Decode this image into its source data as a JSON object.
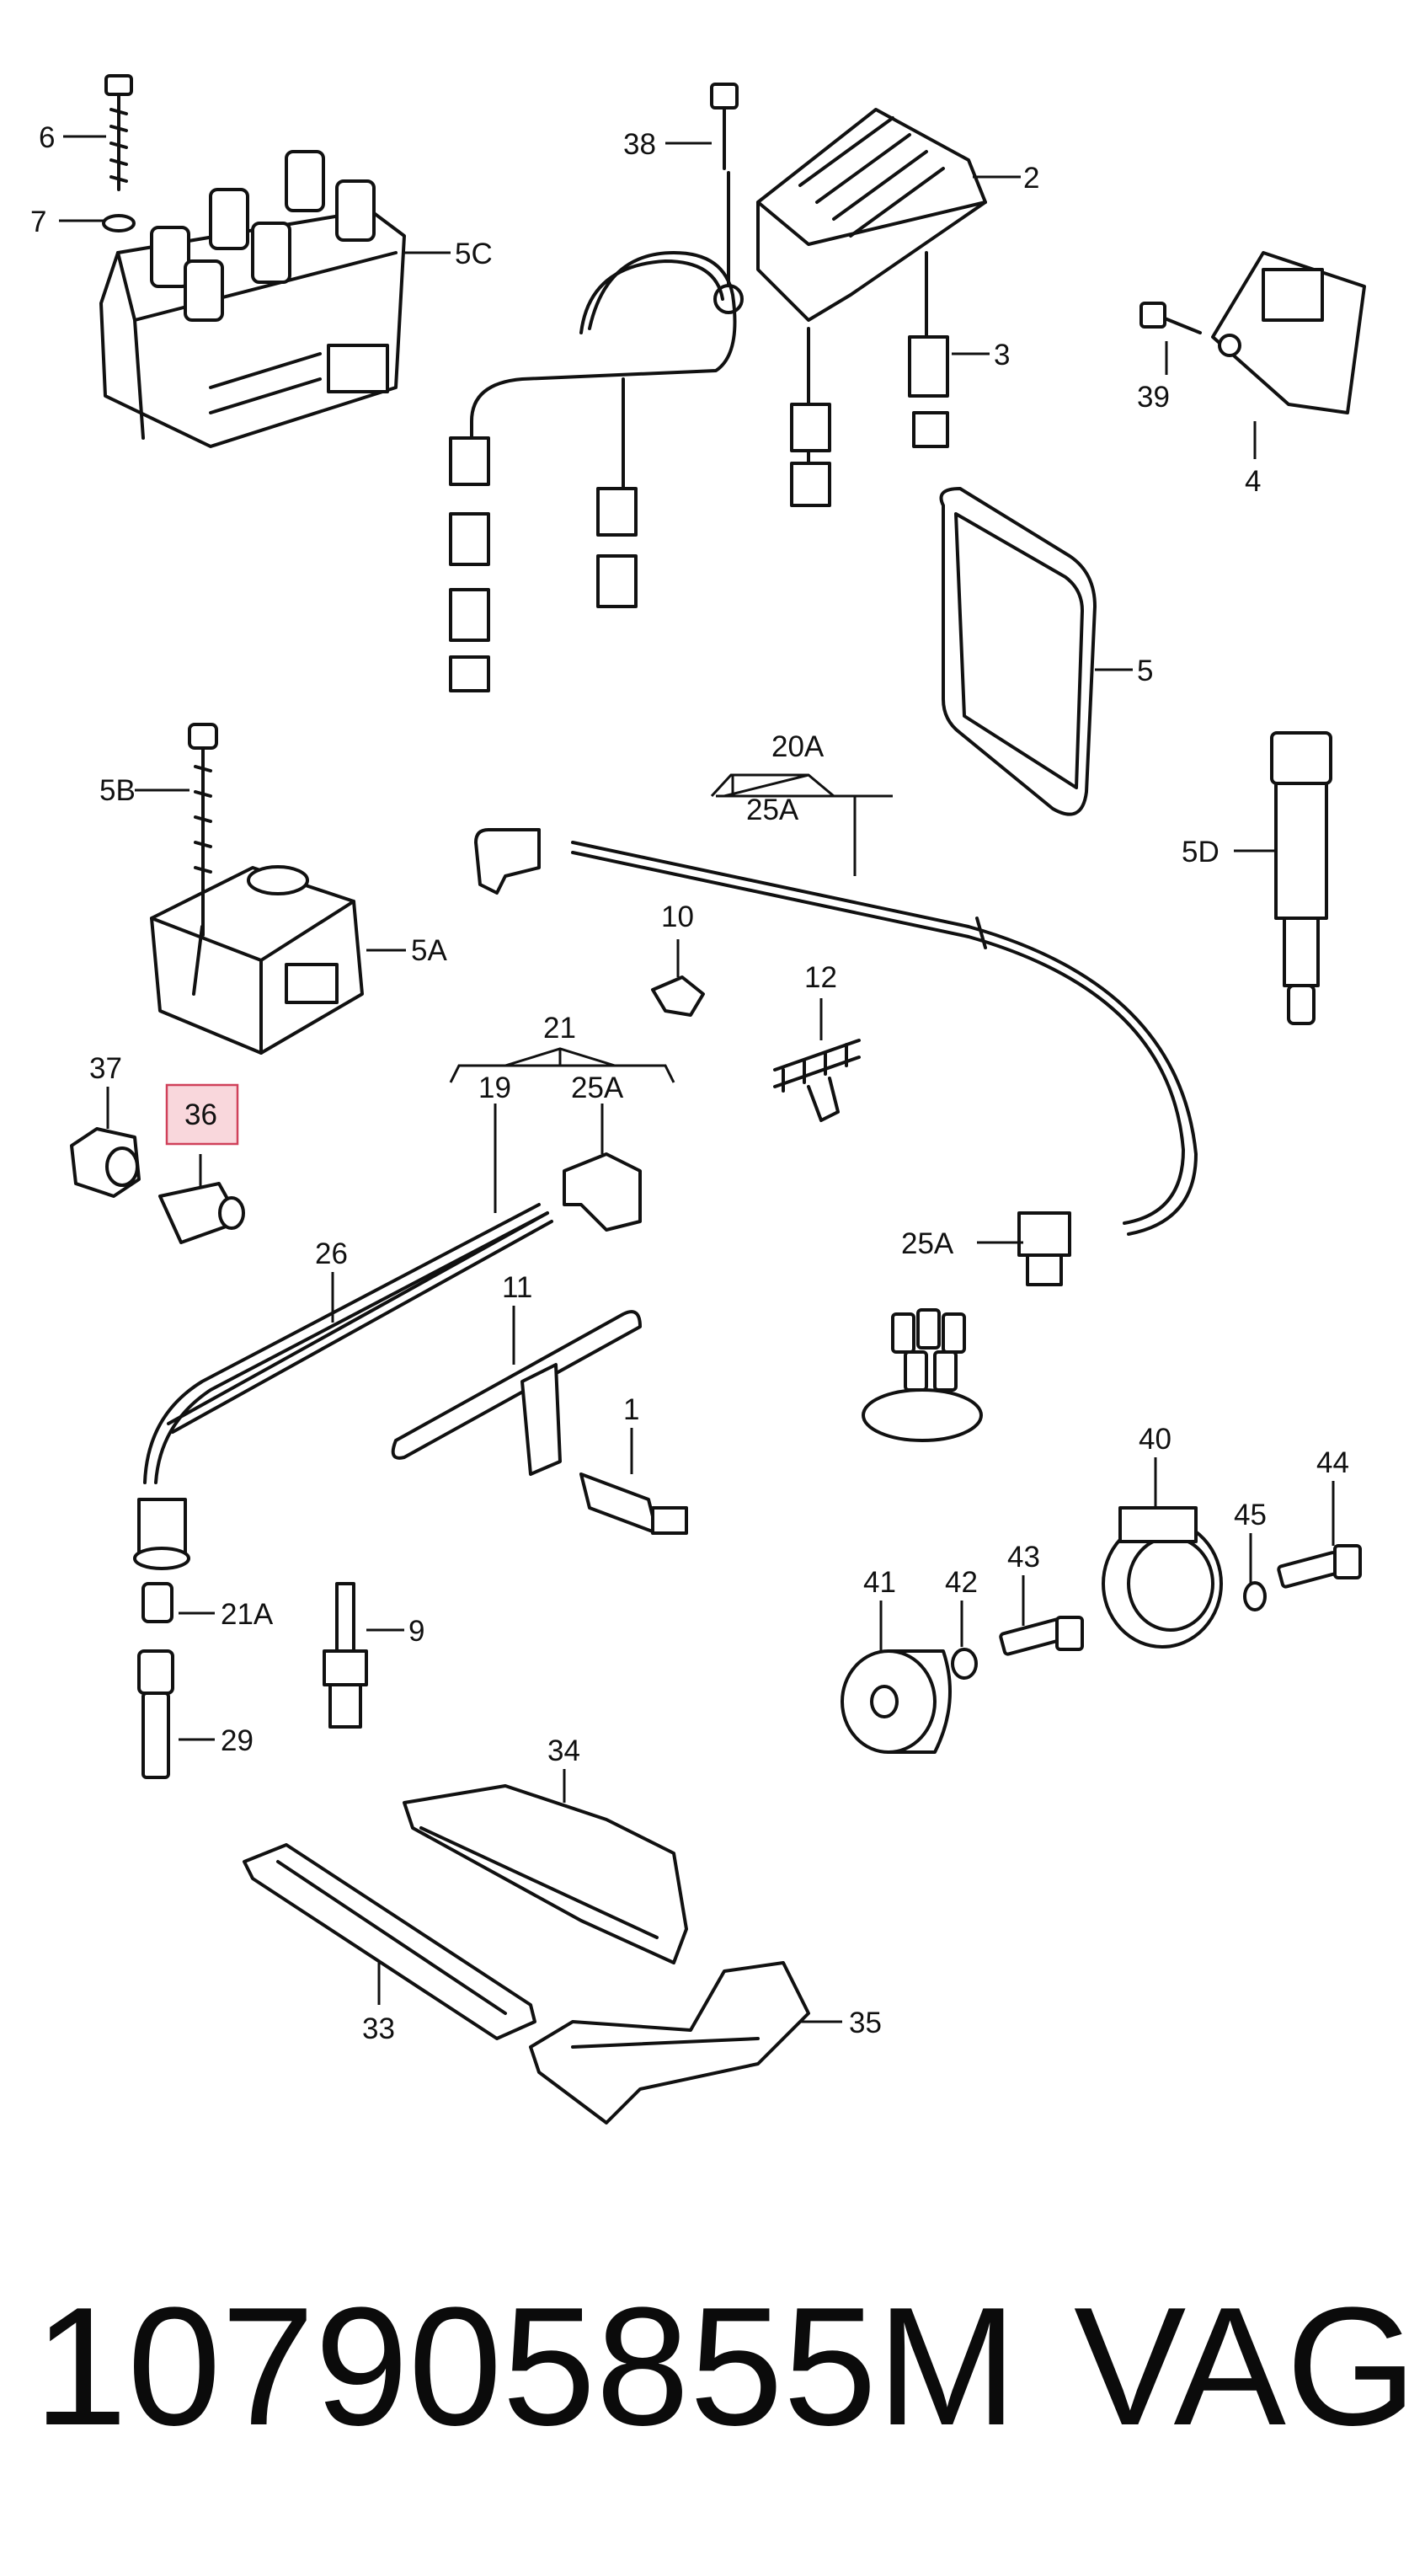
{
  "labels": {
    "l1": "1",
    "l2": "2",
    "l3": "3",
    "l4": "4",
    "l5": "5",
    "l5a": "5A",
    "l5a2": "25A",
    "l5b": "5B",
    "l5c": "5C",
    "l5d": "5D",
    "l6": "6",
    "l7": "7",
    "l9": "9",
    "l10": "10",
    "l11": "11",
    "l12": "12",
    "l19": "19",
    "l20a": "20A",
    "l21": "21",
    "l21a": "21A",
    "l25a_top": "25A",
    "l25a_mid": "25A",
    "l25a_right": "25A",
    "l26": "26",
    "l29": "29",
    "l33": "33",
    "l34": "34",
    "l35": "35",
    "l36": "36",
    "l37": "37",
    "l38": "38",
    "l39": "39",
    "l40": "40",
    "l41": "41",
    "l42": "42",
    "l43": "43",
    "l44": "44",
    "l45": "45"
  },
  "highlighted_part": "36",
  "highlight_color": "#f9d7dc",
  "footer": {
    "part_number": "107905855M",
    "brand": "VAG"
  }
}
